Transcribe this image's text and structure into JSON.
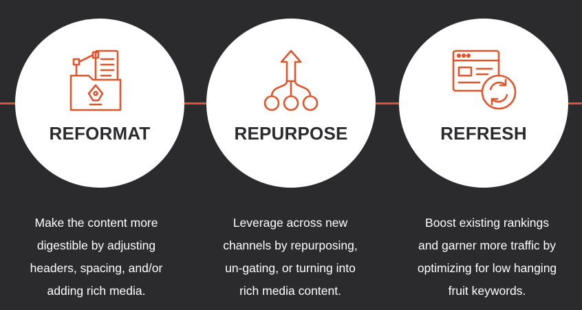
{
  "accent_color": "#e0542b",
  "background_color": "#2b2b2e",
  "cards": [
    {
      "title": "REFORMAT",
      "icon": "folder-pen-icon",
      "lines": [
        "Make the content more",
        "digestible by adjusting",
        "headers, spacing, and/or",
        "adding rich media."
      ]
    },
    {
      "title": "REPURPOSE",
      "icon": "branching-arrow-icon",
      "lines": [
        "Leverage across new",
        "channels by repurposing,",
        "un-gating, or turning into",
        "rich media content."
      ]
    },
    {
      "title": "REFRESH",
      "icon": "browser-refresh-icon",
      "lines": [
        "Boost existing rankings",
        "and garner more traffic by",
        "optimizing for low hanging",
        "fruit keywords."
      ]
    }
  ]
}
